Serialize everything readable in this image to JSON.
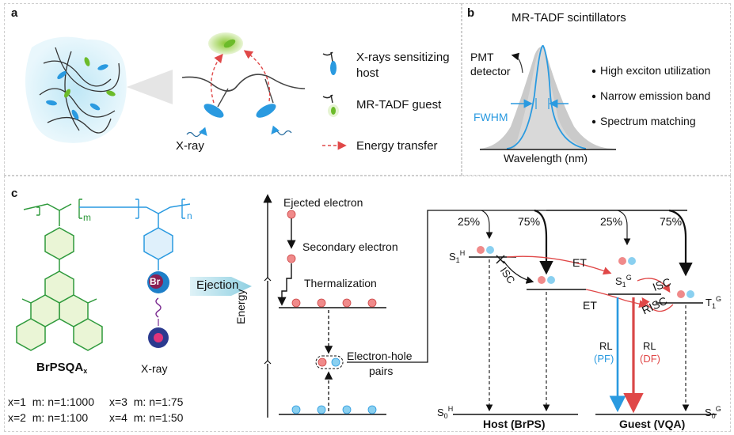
{
  "panel_a": {
    "label": "a",
    "legend": {
      "host_line1": "X-rays sensitizing",
      "host_line2": "host",
      "guest": "MR-TADF guest",
      "transfer": "Energy transfer"
    },
    "xray": "X-ray"
  },
  "panel_b": {
    "label": "b",
    "title": "MR-TADF scintillators",
    "pmt_line1": "PMT",
    "pmt_line2": "detector",
    "fwhm": "FWHM",
    "xlabel": "Wavelength (nm)",
    "bullets": [
      "High exciton utilization",
      "Narrow emission band",
      "Spectrum matching"
    ],
    "colors": {
      "fwhm": "#2a9ae0",
      "gray": "#9a9a9a"
    }
  },
  "panel_c": {
    "label": "c",
    "subscript_m": "m",
    "subscript_n": "n",
    "polymer_name": "BrPSQA",
    "polymer_sub": "x",
    "br": "Br",
    "xray": "X-ray",
    "ejection": "Ejection",
    "ratios": [
      {
        "x": "x=1",
        "ratio": "m: n=1:1000"
      },
      {
        "x": "x=2",
        "ratio": "m: n=1:100"
      },
      {
        "x": "x=3",
        "ratio": "m: n=1:75"
      },
      {
        "x": "x=4",
        "ratio": "m: n=1:50"
      }
    ],
    "energy_axis": "Energy",
    "steps": {
      "ejected": "Ejected electron",
      "secondary": "Secondary electron",
      "thermal": "Thermalization",
      "pairs_line1": "Electron-hole",
      "pairs_line2": "pairs"
    },
    "percent": {
      "host_s": "25%",
      "host_t": "75%",
      "guest_s": "25%",
      "guest_t": "75%"
    },
    "levels": {
      "s1h": "S",
      "s1h_sub": "1",
      "s1h_sup": "H",
      "s1g": "S",
      "s1g_sub": "1",
      "s1g_sup": "G",
      "t1g": "T",
      "t1g_sub": "1",
      "t1g_sup": "G",
      "s0h": "S",
      "s0h_sub": "0",
      "s0h_sup": "H",
      "s0g": "S",
      "s0g_sub": "0",
      "s0g_sup": "G"
    },
    "processes": {
      "isc_host": "ISC",
      "et_top": "ET",
      "et_bottom": "ET",
      "isc_guest": "ISC",
      "risc": "RISC",
      "rl1": "RL",
      "pf": "(PF)",
      "rl2": "RL",
      "df": "(DF)"
    },
    "host_label": "Host (BrPS)",
    "guest_label": "Guest (VQA)",
    "colors": {
      "blue": "#2a9ae0",
      "red": "#e04848",
      "green": "#2f9a3c",
      "polymer_blue": "#2a9ae0"
    }
  }
}
